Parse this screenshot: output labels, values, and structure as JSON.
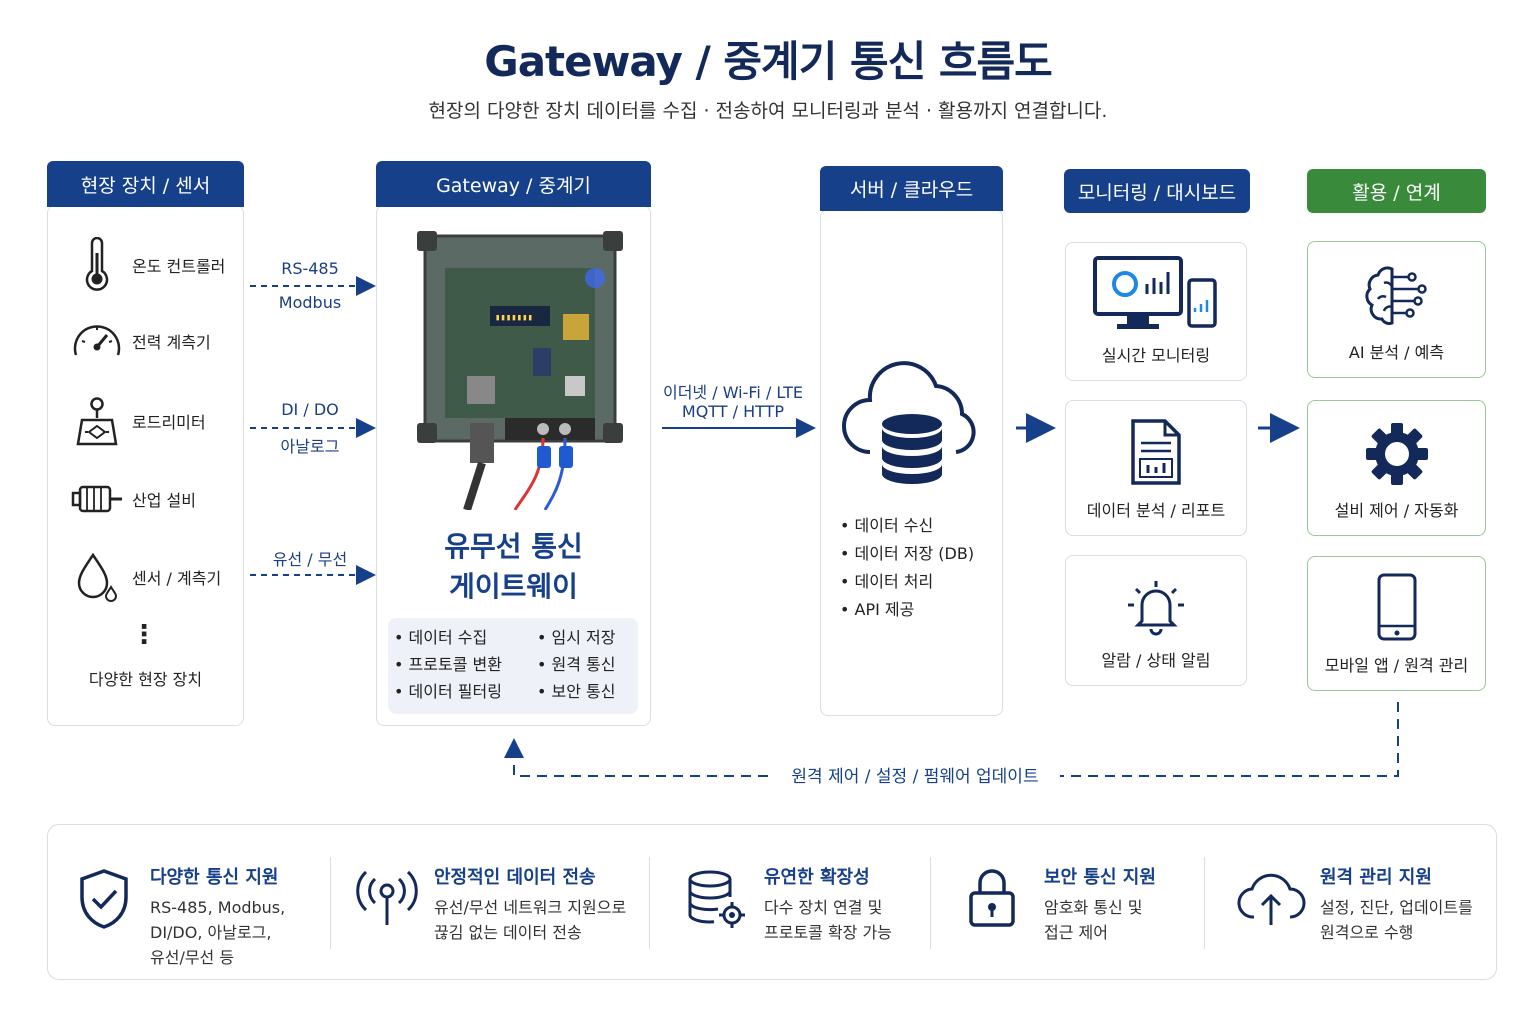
{
  "title": "Gateway / 중계기 통신 흐름도",
  "subtitle": "현장의 다양한 장치 데이터를 수집 · 전송하여 모니터링과 분석 · 활용까지 연결합니다.",
  "columns": {
    "field": {
      "header": "현장 장치 / 센서",
      "devices": [
        "온도 컨트롤러",
        "전력 계측기",
        "로드리미터",
        "산업 설비",
        "센서 / 계측기"
      ],
      "more": "⋮",
      "more_label": "다양한 현장 장치"
    },
    "gateway": {
      "header": "Gateway / 중계기",
      "name_line1": "유무선 통신",
      "name_line2": "게이트웨이",
      "bullets_left": [
        "데이터 수집",
        "프로토콜 변환",
        "데이터 필터링"
      ],
      "bullets_right": [
        "임시 저장",
        "원격 통신",
        "보안 통신"
      ]
    },
    "server": {
      "header": "서버 / 클라우드",
      "bullets": [
        "데이터 수신",
        "데이터 저장 (DB)",
        "데이터 처리",
        "API 제공"
      ]
    },
    "monitoring": {
      "header": "모니터링 / 대시보드",
      "cards": [
        "실시간 모니터링",
        "데이터 분석 / 리포트",
        "알람 / 상태 알림"
      ]
    },
    "usage": {
      "header": "활용 / 연계",
      "cards": [
        "AI 분석 / 예측",
        "설비 제어 / 자동화",
        "모바일 앱 / 원격 관리"
      ]
    }
  },
  "links": {
    "rs485": "RS-485",
    "modbus": "Modbus",
    "dido": "DI / DO",
    "analog": "아날로그",
    "wired": "유선 / 무선",
    "net1": "이더넷 / Wi-Fi / LTE",
    "net2": "MQTT / HTTP",
    "feedback": "원격 제어 / 설정 / 펌웨어 업데이트"
  },
  "features": [
    {
      "title": "다양한 통신 지원",
      "lines": [
        "RS-485, Modbus,",
        "DI/DO, 아날로그,",
        "유선/무선 등"
      ],
      "icon": "shield-check-icon"
    },
    {
      "title": "안정적인 데이터 전송",
      "lines": [
        "유선/무선 네트워크 지원으로",
        "끊김 없는 데이터 전송"
      ],
      "icon": "antenna-icon"
    },
    {
      "title": "유연한 확장성",
      "lines": [
        "다수 장치 연결 및",
        "프로토콜 확장 가능"
      ],
      "icon": "database-gear-icon"
    },
    {
      "title": "보안 통신 지원",
      "lines": [
        "암호화 통신 및",
        "접근 제어"
      ],
      "icon": "lock-icon"
    },
    {
      "title": "원격 관리 지원",
      "lines": [
        "설정, 진단, 업데이트를",
        "원격으로 수행"
      ],
      "icon": "cloud-upload-icon"
    }
  ],
  "colors": {
    "navy": "#17408b",
    "title": "#13295a",
    "green": "#3a8a3b",
    "blue": "#1e88e5"
  }
}
